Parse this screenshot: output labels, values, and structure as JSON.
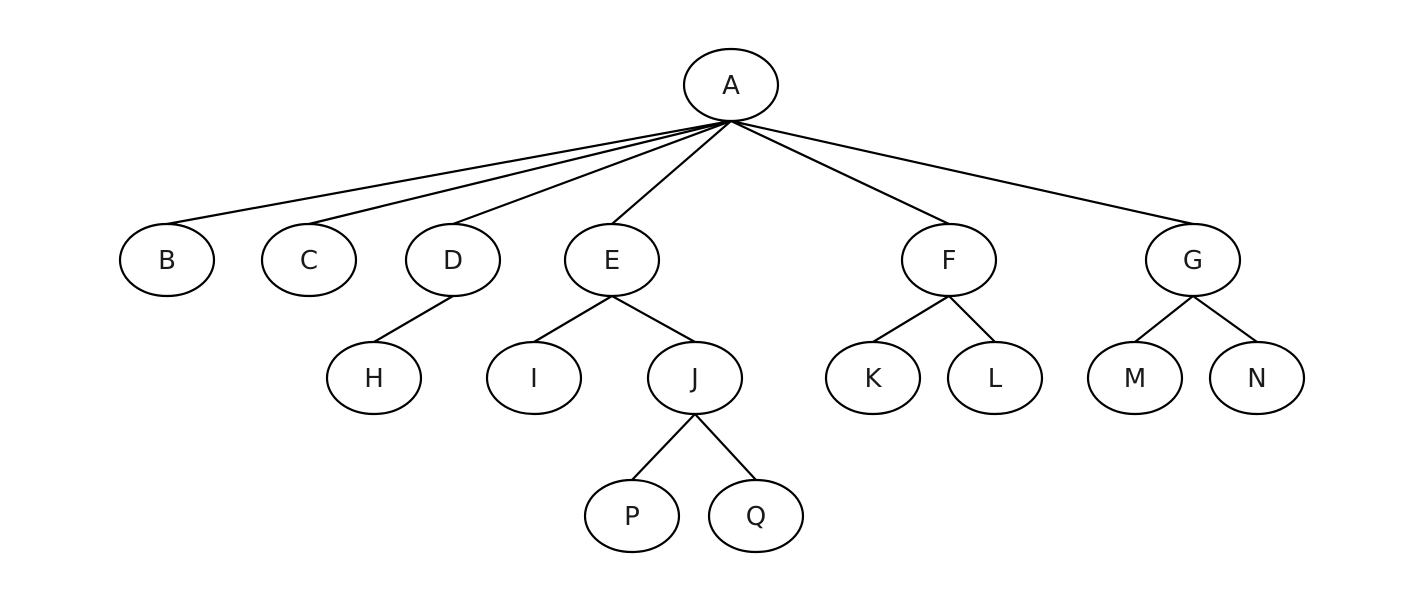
{
  "tree": {
    "colors": {
      "background": "#ffffff",
      "stroke": "#000000",
      "label": "#1a1a1a"
    },
    "nodes": [
      {
        "id": "A",
        "label": "A"
      },
      {
        "id": "B",
        "label": "B"
      },
      {
        "id": "C",
        "label": "C"
      },
      {
        "id": "D",
        "label": "D"
      },
      {
        "id": "E",
        "label": "E"
      },
      {
        "id": "F",
        "label": "F"
      },
      {
        "id": "G",
        "label": "G"
      },
      {
        "id": "H",
        "label": "H"
      },
      {
        "id": "I",
        "label": "I"
      },
      {
        "id": "J",
        "label": "J"
      },
      {
        "id": "K",
        "label": "K"
      },
      {
        "id": "L",
        "label": "L"
      },
      {
        "id": "M",
        "label": "M"
      },
      {
        "id": "N",
        "label": "N"
      },
      {
        "id": "P",
        "label": "P"
      },
      {
        "id": "Q",
        "label": "Q"
      }
    ],
    "edges": [
      {
        "from": "A",
        "to": "B"
      },
      {
        "from": "A",
        "to": "C"
      },
      {
        "from": "A",
        "to": "D"
      },
      {
        "from": "A",
        "to": "E"
      },
      {
        "from": "A",
        "to": "F"
      },
      {
        "from": "A",
        "to": "G"
      },
      {
        "from": "D",
        "to": "H"
      },
      {
        "from": "E",
        "to": "I"
      },
      {
        "from": "E",
        "to": "J"
      },
      {
        "from": "F",
        "to": "K"
      },
      {
        "from": "F",
        "to": "L"
      },
      {
        "from": "G",
        "to": "M"
      },
      {
        "from": "G",
        "to": "N"
      },
      {
        "from": "J",
        "to": "P"
      },
      {
        "from": "J",
        "to": "Q"
      }
    ]
  }
}
